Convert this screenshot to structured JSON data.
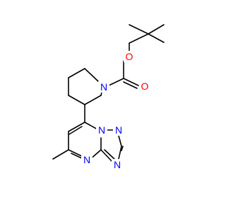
{
  "molecule": {
    "atoms": {
      "o_ester": "O",
      "o_carbonyl": "O",
      "n_piperidine": "N",
      "n_bridge": "N",
      "n_triazole_2": "N",
      "n_triazole_4": "N",
      "n_pyrimidine": "N"
    },
    "colors": {
      "bond": "#000000",
      "nitrogen": "#0000ff",
      "oxygen": "#ff0000"
    }
  }
}
